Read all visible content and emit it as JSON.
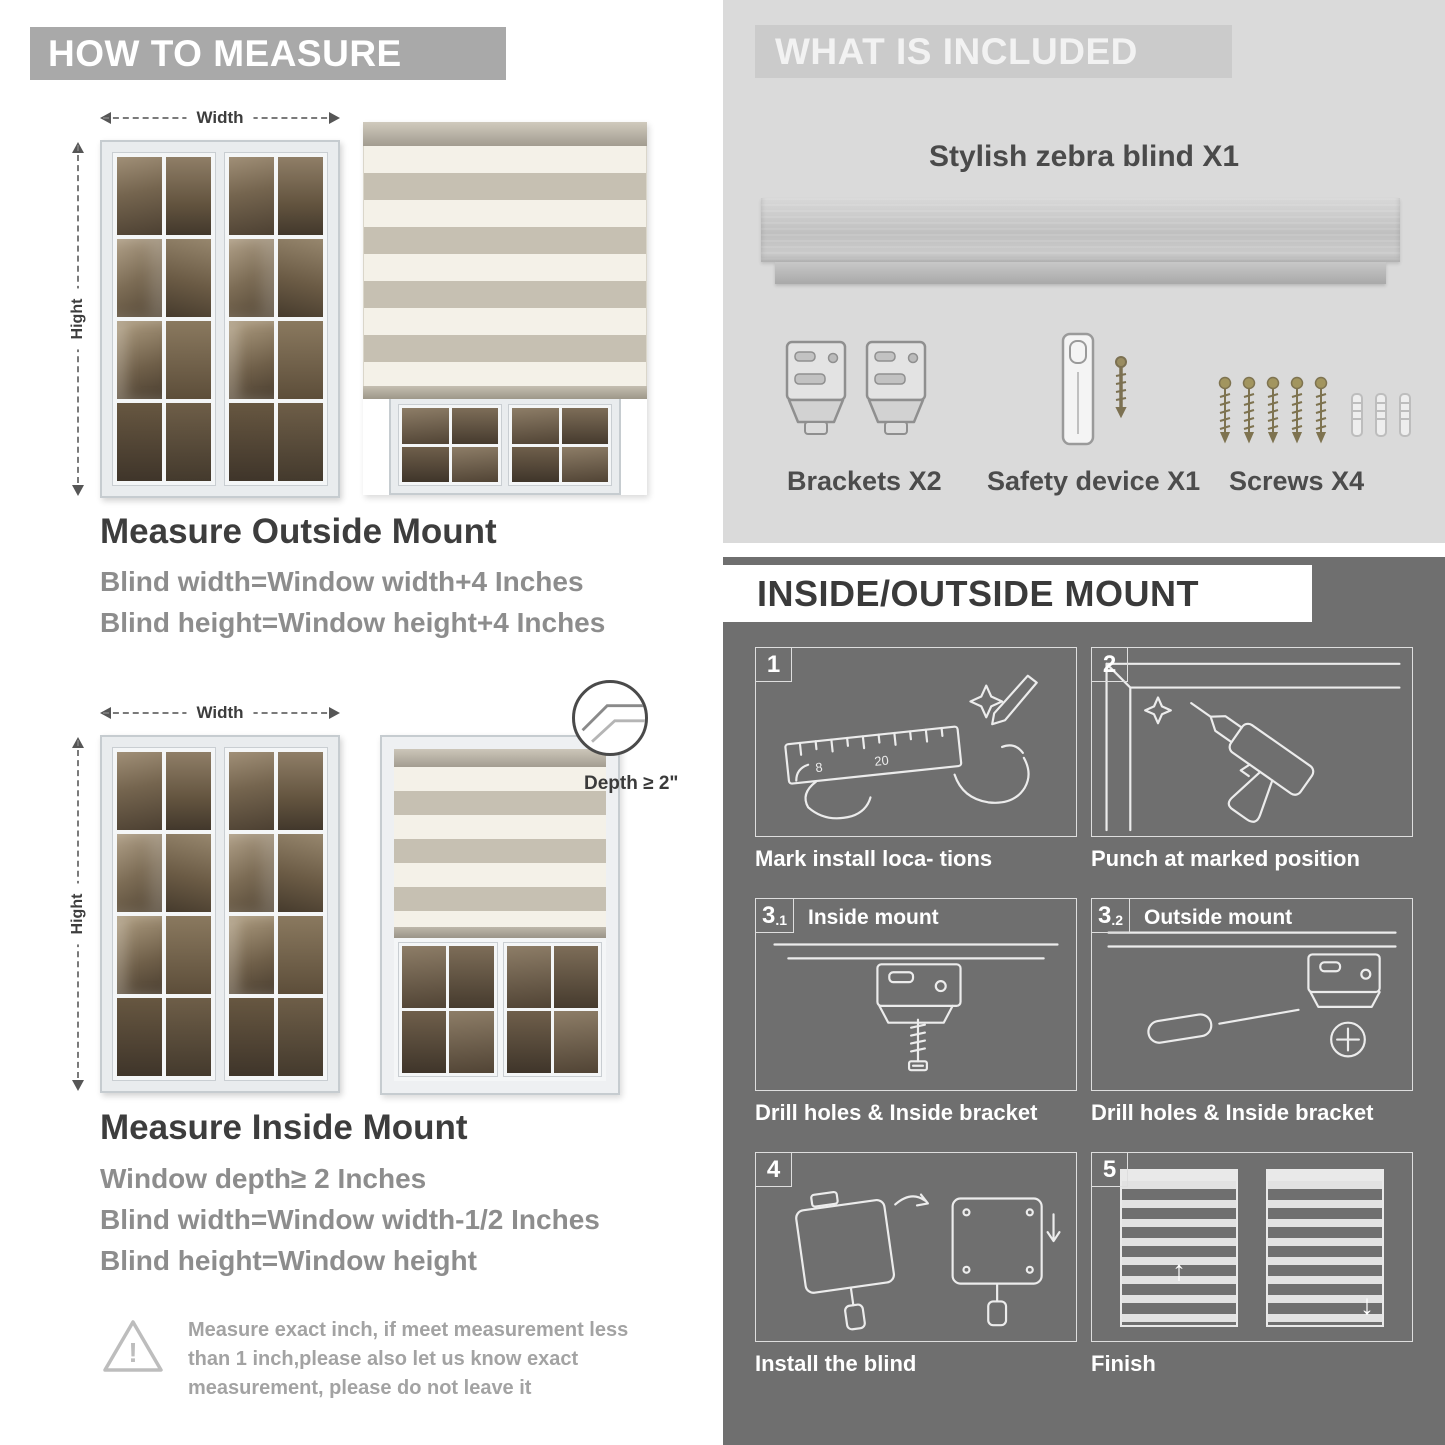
{
  "left": {
    "banner": "HOW TO MEASURE",
    "outside_diagram": {
      "width_label": "Width",
      "height_label": "Hight"
    },
    "outside": {
      "title": "Measure Outside Mount",
      "line1": "Blind width=Window width+4 Inches",
      "line2": "Blind height=Window height+4 Inches"
    },
    "inside_diagram": {
      "width_label": "Width",
      "height_label": "Hight",
      "depth_label": "Depth ≥ 2\""
    },
    "inside": {
      "title": "Measure Inside Mount",
      "line1": "Window depth≥ 2 Inches",
      "line2": "Blind width=Window width-1/2 Inches",
      "line3": "Blind height=Window height"
    },
    "warning": {
      "text": "Measure exact inch, if meet measurement less than 1 inch,please also let us know exact measurement, please do not leave it"
    }
  },
  "right": {
    "included": {
      "banner": "WHAT IS INCLUDED",
      "blind_label": "Stylish zebra blind X1",
      "brackets_label": "Brackets X2",
      "safety_label": "Safety device X1",
      "screws_label": "Screws X4"
    },
    "mount": {
      "banner": "INSIDE/OUTSIDE MOUNT",
      "steps": [
        {
          "num": "1",
          "sub": "",
          "label": "",
          "caption": "Mark install loca- tions"
        },
        {
          "num": "2",
          "sub": "",
          "label": "",
          "caption": "Punch at  marked position"
        },
        {
          "num": "3",
          "sub": ".1",
          "label": "Inside mount",
          "caption": "Drill holes &  Inside bracket"
        },
        {
          "num": "3",
          "sub": ".2",
          "label": "Outside mount",
          "caption": "Drill holes &  Inside bracket"
        },
        {
          "num": "4",
          "sub": "",
          "label": "",
          "caption": "Install the blind"
        },
        {
          "num": "5",
          "sub": "",
          "label": "",
          "caption": "Finish"
        }
      ]
    }
  },
  "colors": {
    "banner_gray": "#a9a9a9",
    "included_bg": "#dadada",
    "mount_bg": "#6f6f6f",
    "title_text": "#3d3d3d",
    "body_text": "#8d8d8d"
  }
}
